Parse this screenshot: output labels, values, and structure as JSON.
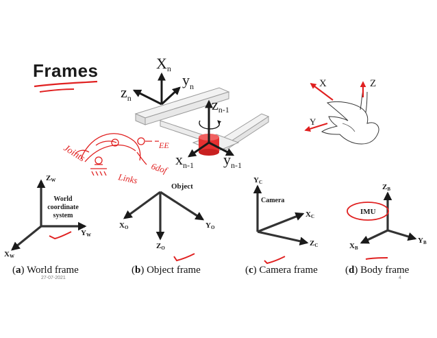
{
  "slide": {
    "title": "Frames",
    "date": "27-07-2021",
    "page_number": "4"
  },
  "top_diagram": {
    "labels": {
      "xn": "X",
      "xn_sub": "n",
      "yn": "y",
      "yn_sub": "n",
      "zn": "z",
      "zn_sub": "n",
      "zn1": "z",
      "zn1_sub": "n-1",
      "xn1": "x",
      "xn1_sub": "n-1",
      "yn1": "y",
      "yn1_sub": "n-1"
    }
  },
  "hand_diagram": {
    "labels": {
      "x": "X",
      "y": "Y",
      "z": "Z"
    }
  },
  "handwriting": {
    "joints": "Joints",
    "ee": "EE",
    "dof": "6dof",
    "links": "Links"
  },
  "world_frame": {
    "z_label": "Z",
    "z_sub": "W",
    "y_label": "Y",
    "y_sub": "W",
    "x_label": "X",
    "x_sub": "W",
    "name_line1": "World",
    "name_line2": "coordinate",
    "name_line3": "system",
    "caption_letter": "a",
    "caption_text": "World frame"
  },
  "object_frame": {
    "name": "Object",
    "x_label": "X",
    "x_sub": "O",
    "y_label": "Y",
    "y_sub": "O",
    "z_label": "Z",
    "z_sub": "O",
    "caption_letter": "b",
    "caption_text": "Object frame"
  },
  "camera_frame": {
    "name": "Camera",
    "y_label": "Y",
    "y_sub": "C",
    "x_label": "X",
    "x_sub": "C",
    "z_label": "Z",
    "z_sub": "C",
    "caption_letter": "c",
    "caption_text": "Camera frame"
  },
  "body_frame": {
    "name": "IMU",
    "z_label": "Z",
    "z_sub": "B",
    "y_label": "Y",
    "y_sub": "B",
    "x_label": "X",
    "x_sub": "B",
    "caption_letter": "d",
    "caption_text": "Body frame"
  },
  "colors": {
    "ink": "#1a1a1a",
    "annotation_red": "#e02020",
    "joint_red": "#e63030"
  }
}
